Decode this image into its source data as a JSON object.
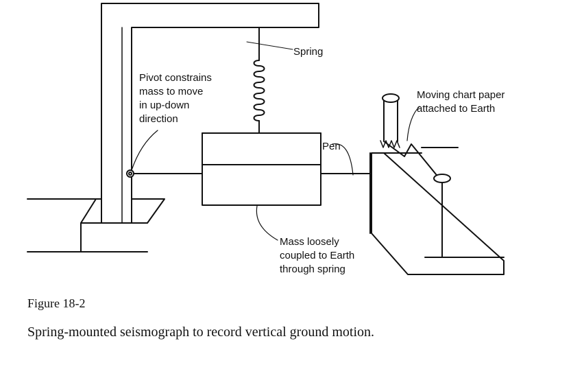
{
  "labels": {
    "spring": "Spring",
    "pivot": [
      "Pivot constrains",
      "mass to move",
      "in up-down",
      "direction"
    ],
    "chart_paper": [
      "Moving chart paper",
      "attached to Earth"
    ],
    "pen": "Pen",
    "mass": [
      "Mass loosely",
      "coupled to Earth",
      "through spring"
    ]
  },
  "caption": {
    "title": "Figure 18-2",
    "text": "Spring-mounted seismograph to record vertical ground motion."
  }
}
